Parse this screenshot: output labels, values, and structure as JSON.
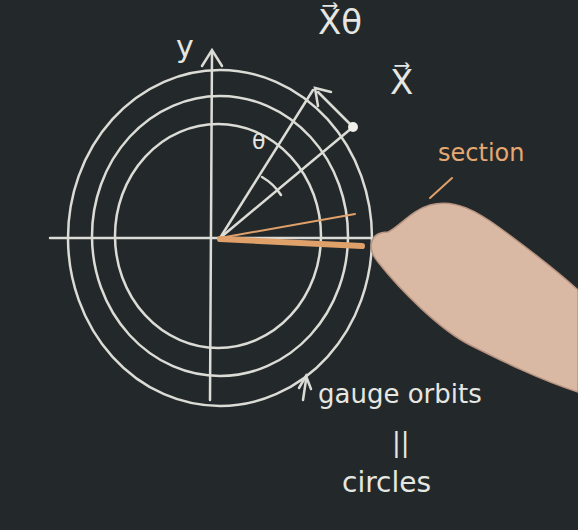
{
  "diagram": {
    "labels": [
      "y",
      "X⃗θ",
      "X⃗",
      "θ",
      "section",
      "gauge orbits",
      "||",
      "circles"
    ]
  }
}
